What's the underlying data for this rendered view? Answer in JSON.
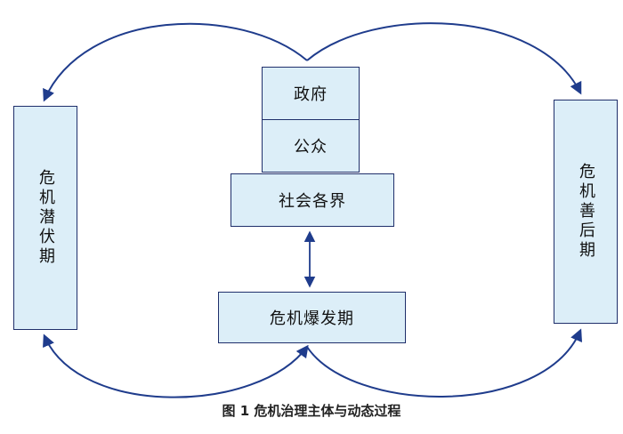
{
  "diagram": {
    "nodes": {
      "government": "政府",
      "public": "公众",
      "society": "社会各界",
      "outbreak": "危机爆发期",
      "latent": "危机潜伏期",
      "recovery": "危机善后期"
    },
    "caption": "图 1 危机治理主体与动态过程"
  },
  "colors": {
    "box_fill": "#dceef8",
    "box_border": "#1f2f6b",
    "arrow": "#1f3c8c"
  }
}
